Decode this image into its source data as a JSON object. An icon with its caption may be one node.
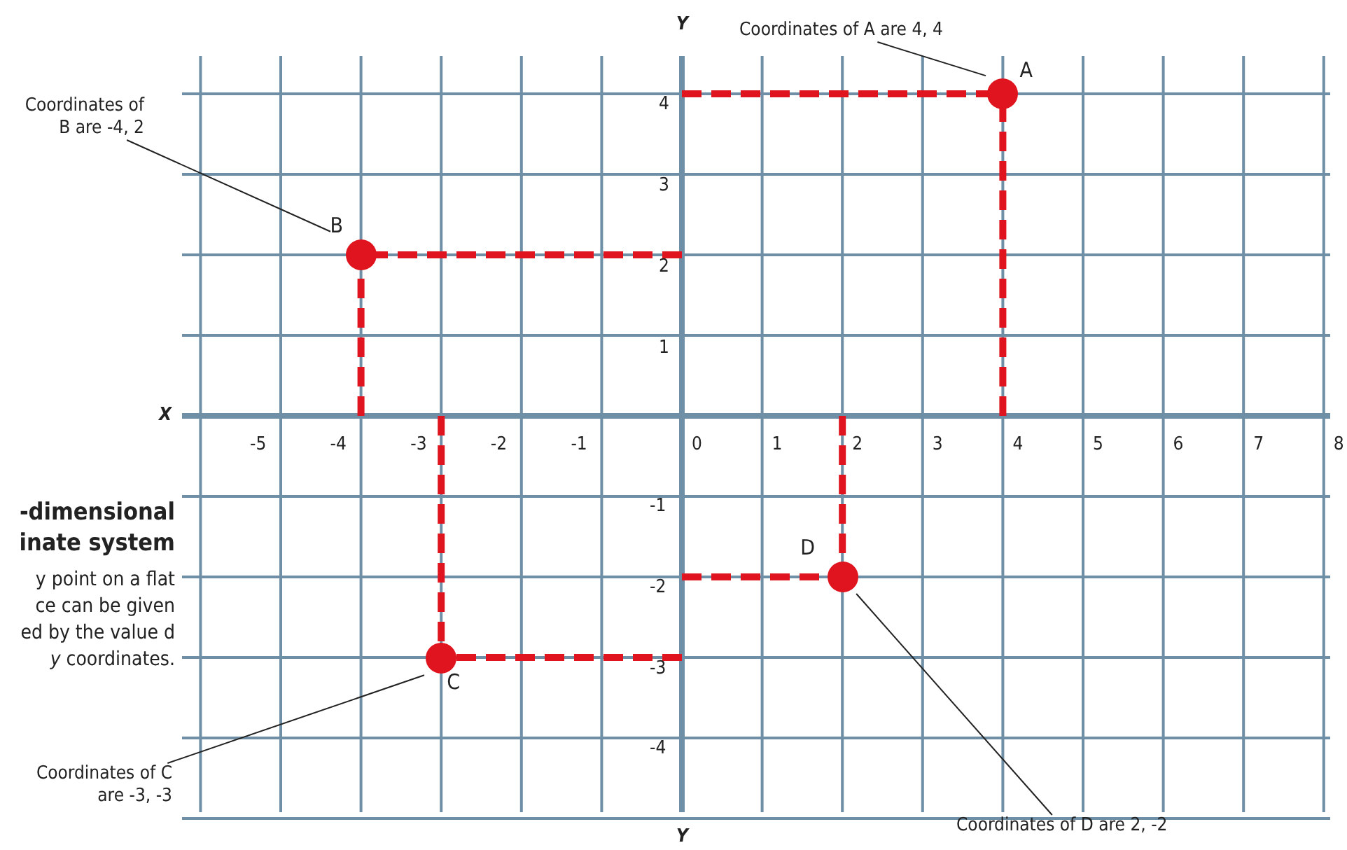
{
  "diagram": {
    "nodes": [
      {
        "text": [
          "Coordinates of A are 4, 4"
        ]
      },
      {
        "text": [
          "A"
        ]
      },
      {
        "text": [
          "Coordinates of B are -4, 2"
        ]
      },
      {
        "text": [
          "B"
        ]
      },
      {
        "text": [
          "D"
        ]
      },
      {
        "text": [
          "C"
        ]
      },
      {
        "text": [
          "Coordinates of C are -3, -3"
        ]
      },
      {
        "text": [
          "Coordinates of D are 2, -2"
        ]
      }
    ],
    "edges": [
      {
        "from": 0,
        "to": 1,
        "arrow": "none"
      },
      {
        "from": 2,
        "to": 3,
        "arrow": "none"
      },
      {
        "from": 6,
        "to": 5,
        "arrow": "none"
      },
      {
        "from": 7,
        "to": 4,
        "arrow": "none"
      }
    ],
    "labels": [
      "Y",
      "4",
      "3",
      "2",
      "1",
      "X",
      "-5",
      "-4",
      "-3",
      "-2",
      "-1",
      "0",
      "1",
      "2",
      "3",
      "4",
      "5",
      "6",
      "7",
      "8",
      "-dimensional inate system",
      "y point on a flat ce can be given ed by the value d *y* coordinates.",
      "-1",
      "-2",
      "-3",
      "-4",
      "Y"
    ]
  }
}
